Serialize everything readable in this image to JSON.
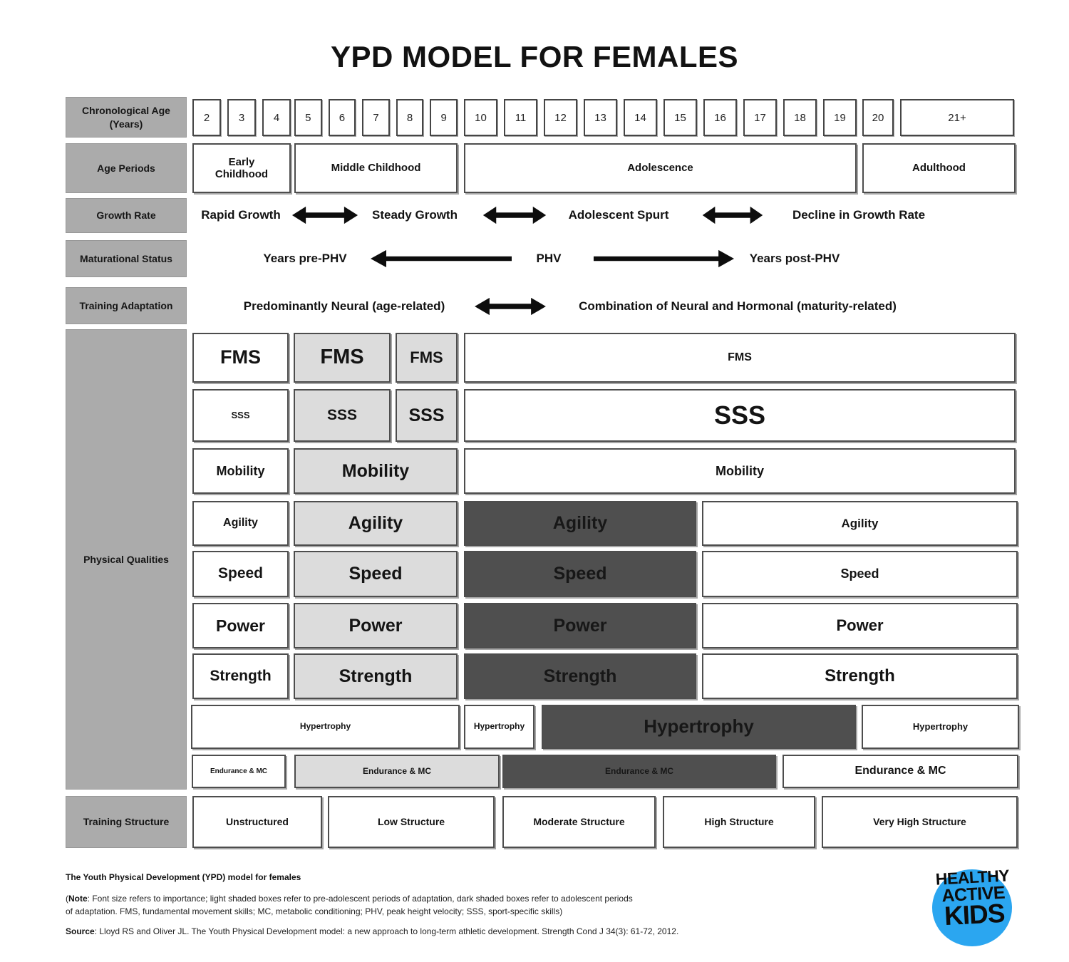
{
  "title": "YPD MODEL FOR FEMALES",
  "chronological_age": {
    "label": "Chronological Age (Years)",
    "ages": [
      "2",
      "3",
      "4",
      "5",
      "6",
      "7",
      "8",
      "9",
      "10",
      "11",
      "12",
      "13",
      "14",
      "15",
      "16",
      "17",
      "18",
      "19",
      "20",
      "21+"
    ]
  },
  "age_periods": {
    "label": "Age Periods",
    "early": "Early Childhood",
    "middle": "Middle Childhood",
    "adolescence": "Adolescence",
    "adulthood": "Adulthood"
  },
  "growth_rate": {
    "label": "Growth Rate",
    "rapid": "Rapid Growth",
    "steady": "Steady Growth",
    "spurt": "Adolescent Spurt",
    "decline": "Decline in Growth Rate"
  },
  "maturational_status": {
    "label": "Maturational Status",
    "pre": "Years pre-PHV",
    "phv": "PHV",
    "post": "Years post-PHV"
  },
  "training_adaptation": {
    "label": "Training Adaptation",
    "neural": "Predominantly Neural (age-related)",
    "combined": "Combination of Neural and Hormonal (maturity-related)"
  },
  "physical_qualities": {
    "label": "Physical Qualities",
    "fms": "FMS",
    "sss": "SSS",
    "mobility": "Mobility",
    "agility": "Agility",
    "speed": "Speed",
    "power": "Power",
    "strength": "Strength",
    "hypertrophy": "Hypertrophy",
    "endurance": "Endurance & MC"
  },
  "training_structure": {
    "label": "Training Structure",
    "unstructured": "Unstructured",
    "low": "Low Structure",
    "moderate": "Moderate Structure",
    "high": "High Structure",
    "very_high": "Very High Structure"
  },
  "footer": {
    "caption": "The Youth Physical Development (YPD) model for females",
    "note_prefix": "(",
    "note_label": "Note",
    "note_body": ": Font size refers to importance; light shaded boxes refer to pre-adolescent periods of adaptation, dark shaded boxes refer to adolescent periods of adaptation. FMS, fundamental movement skills; MC, metabolic conditioning; PHV, peak height velocity; SSS, sport-specific skills)",
    "source_label": "Source",
    "source_body": ": Lloyd RS and Oliver JL. The Youth Physical Development model: a new approach to long-term athletic development. Strength Cond J 34(3): 61-72, 2012."
  },
  "logo": {
    "line1": "HEALTHY",
    "line2": "ACTIVE",
    "line3": "KIDS"
  },
  "colors": {
    "light_box": "#dcdcdc",
    "dark_box": "#4f4f4f",
    "label_gray": "#ababab",
    "logo_blue": "#2ba6f0"
  }
}
